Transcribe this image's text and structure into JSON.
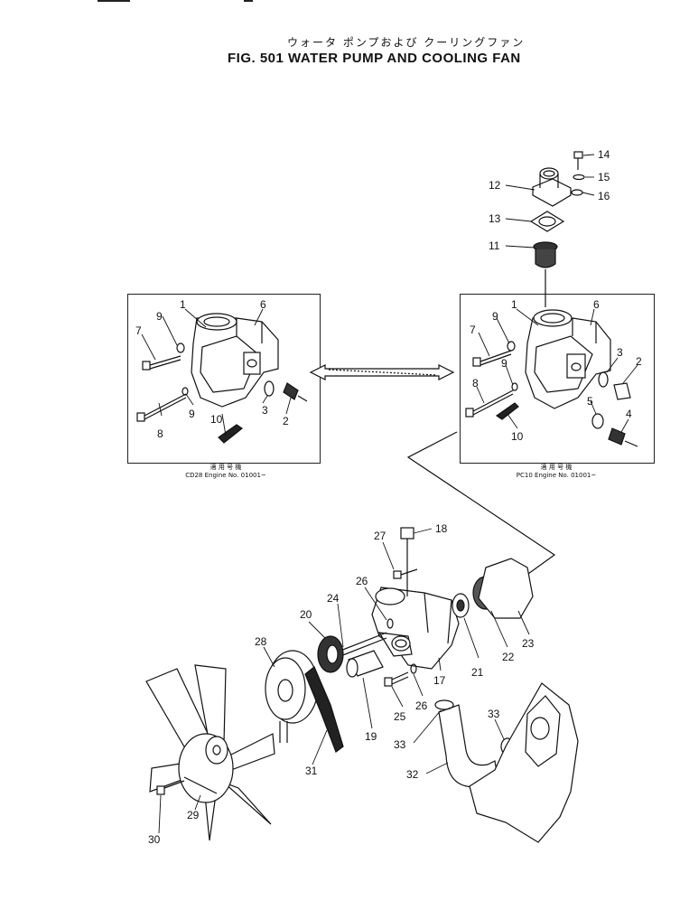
{
  "title_jp": "ウォータ ポンプおよび クーリングファン",
  "title_en": "FIG. 501 WATER PUMP AND COOLING FAN",
  "insets": [
    {
      "code": "適 用 号 機",
      "engine": "CD28  Engine  No. 01001~"
    },
    {
      "code": "適 用 号 機",
      "engine": "PC10  Engine  No. 01001~"
    }
  ],
  "labels": {
    "L1": "1",
    "L2": "2",
    "L3": "3",
    "L4": "4",
    "L5": "5",
    "L6": "6",
    "L7": "7",
    "L8": "8",
    "L9": "9",
    "L10": "10",
    "L11": "11",
    "L12": "12",
    "L13": "13",
    "L14": "14",
    "L15": "15",
    "L16": "16",
    "L17": "17",
    "L18": "18",
    "L19": "19",
    "L20": "20",
    "L21": "21",
    "L22": "22",
    "L23": "23",
    "L24": "24",
    "L25": "25",
    "L26": "26",
    "L27": "27",
    "L28": "28",
    "L29": "29",
    "L30": "30",
    "L31": "31",
    "L32": "32",
    "L33": "33"
  }
}
